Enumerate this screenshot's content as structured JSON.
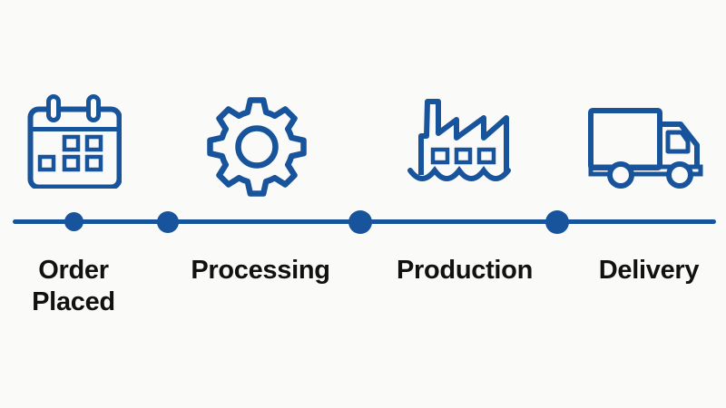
{
  "page": {
    "type": "process-timeline-infographic",
    "background": "#fafaf9",
    "accent_color": "#18549b",
    "text_color": "#111111"
  },
  "timeline": {
    "steps": [
      {
        "label": "Order Placed",
        "icon": "calendar-icon"
      },
      {
        "label": "Processing",
        "icon": "gear-icon"
      },
      {
        "label": "Production",
        "icon": "factory-icon"
      },
      {
        "label": "Delivery",
        "icon": "truck-icon"
      }
    ]
  }
}
